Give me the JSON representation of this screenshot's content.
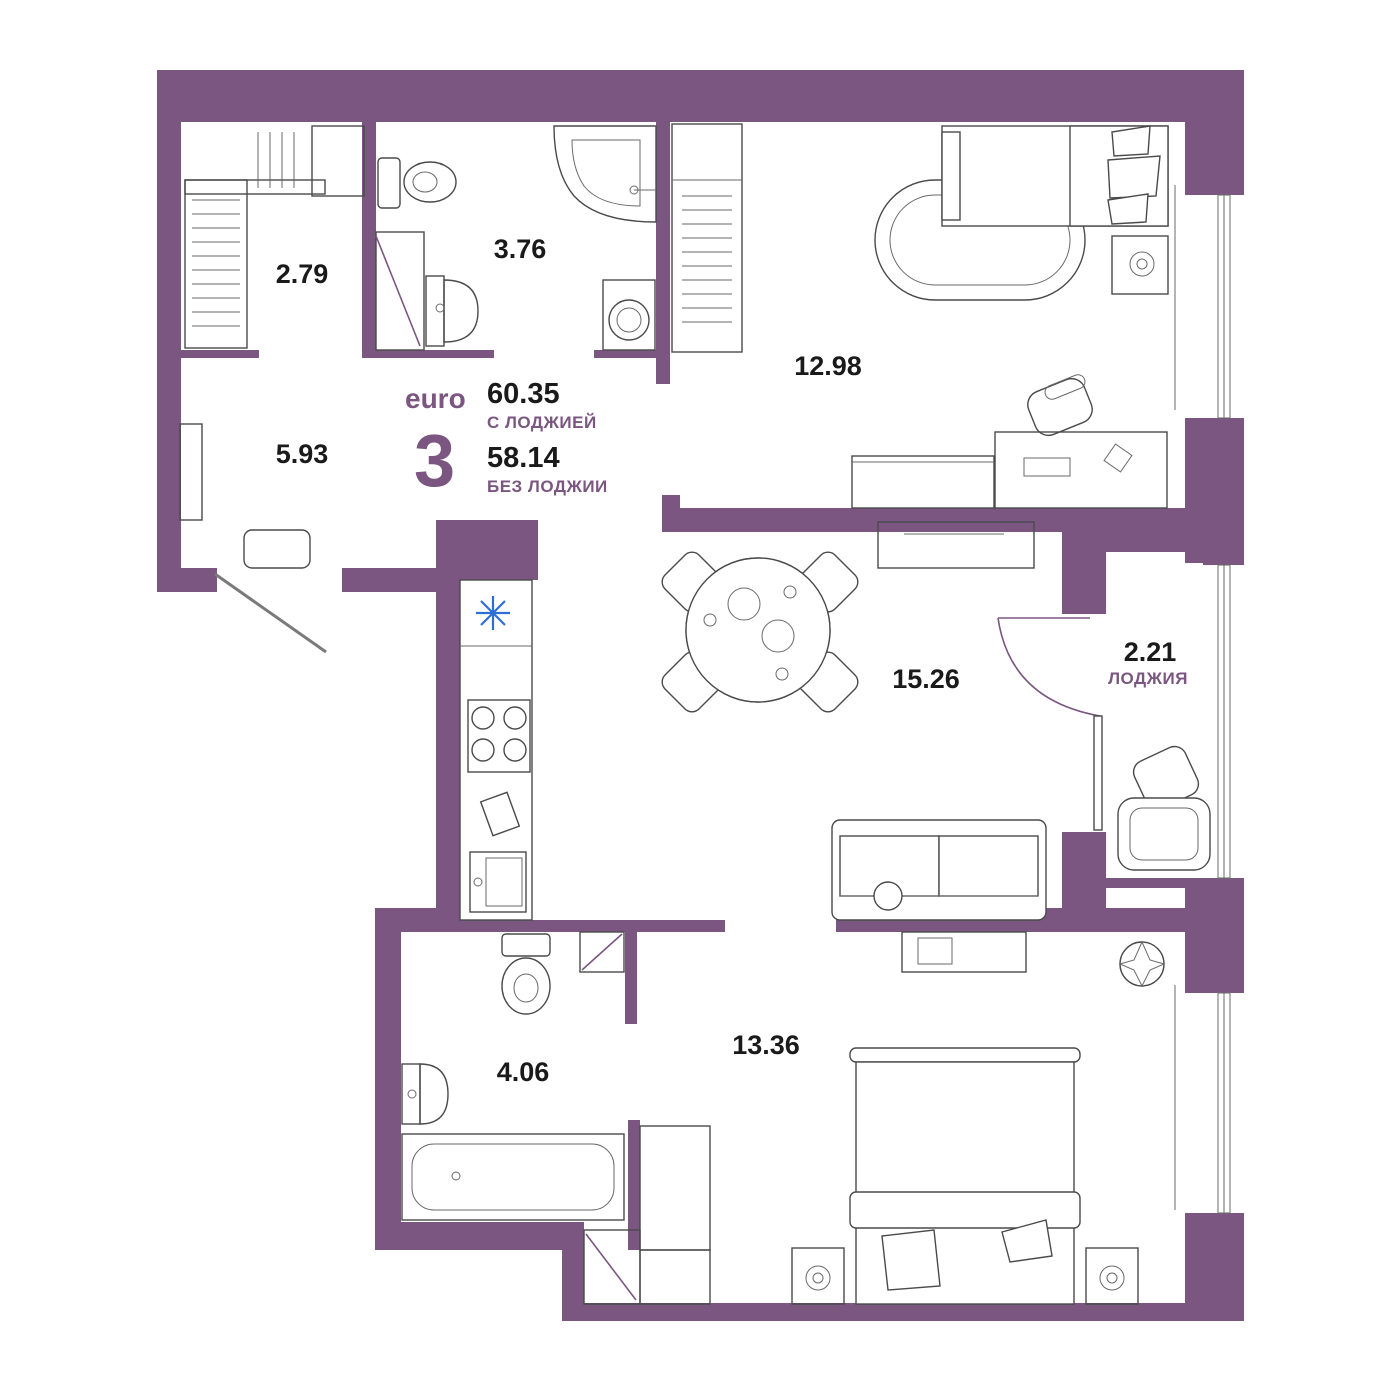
{
  "badge": {
    "brand": "euro",
    "rooms": "3",
    "area_with_loggia": "60.35",
    "with_loggia_label": "С ЛОДЖИЕЙ",
    "area_without_loggia": "58.14",
    "without_loggia_label": "БЕЗ ЛОДЖИИ"
  },
  "rooms": [
    {
      "id": "closet",
      "area": "2.79"
    },
    {
      "id": "wc-top",
      "area": "3.76"
    },
    {
      "id": "bedroom-1",
      "area": "12.98"
    },
    {
      "id": "hall",
      "area": "5.93"
    },
    {
      "id": "kitchen-living",
      "area": "15.26"
    },
    {
      "id": "loggia",
      "area": "2.21",
      "label": "ЛОДЖИЯ"
    },
    {
      "id": "bathroom",
      "area": "4.06"
    },
    {
      "id": "bedroom-2",
      "area": "13.36"
    }
  ],
  "colors": {
    "wall": "#7a5680",
    "text": "#1a1a1a",
    "furniture": "#4a4a4a",
    "fridge": "#2b6fd6"
  },
  "icons": [
    "snowflake-icon",
    "toilet-icon",
    "shower-icon",
    "sink-icon",
    "washer-icon",
    "bathtub-icon",
    "bed-icon",
    "sofa-icon",
    "stove-icon",
    "dining-table-icon",
    "armchair-icon",
    "plant-icon"
  ]
}
